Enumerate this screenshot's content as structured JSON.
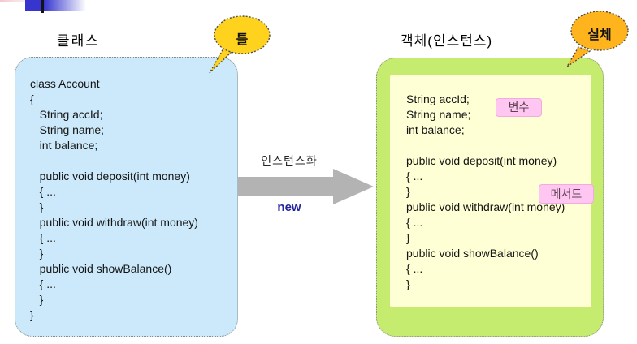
{
  "class_panel": {
    "heading": "클래스",
    "callout": "틀",
    "code": "class Account\n{\n   String accId;\n   String name;\n   int balance;\n\n   public void deposit(int money)\n   { ...\n   }\n   public void withdraw(int money)\n   { ...\n   }\n   public void showBalance()\n   { ...\n   }\n}"
  },
  "transform": {
    "label": "인스턴스화",
    "keyword": "new"
  },
  "object_panel": {
    "heading": "객체(인스턴스)",
    "callout": "실체",
    "code": "String accId;\nString name;\nint balance;\n\npublic void deposit(int money)\n{ ...\n}\npublic void withdraw(int money)\n{ ...\n}\npublic void showBalance()\n{ ...\n}",
    "variable_label": "변수",
    "method_label": "메서드"
  },
  "colors": {
    "class_box_fill": "#cbe9fa",
    "object_box_fill": "#c6ec6f",
    "object_inner_fill": "#ffffd6",
    "callout_left_fill": "#ffd21e",
    "callout_right_fill": "#ffb41e",
    "tag_fill": "#ffc6f2",
    "arrow_fill": "#b3b3b3",
    "keyword_color": "#26269e",
    "deco_blue": "#3636cf"
  }
}
